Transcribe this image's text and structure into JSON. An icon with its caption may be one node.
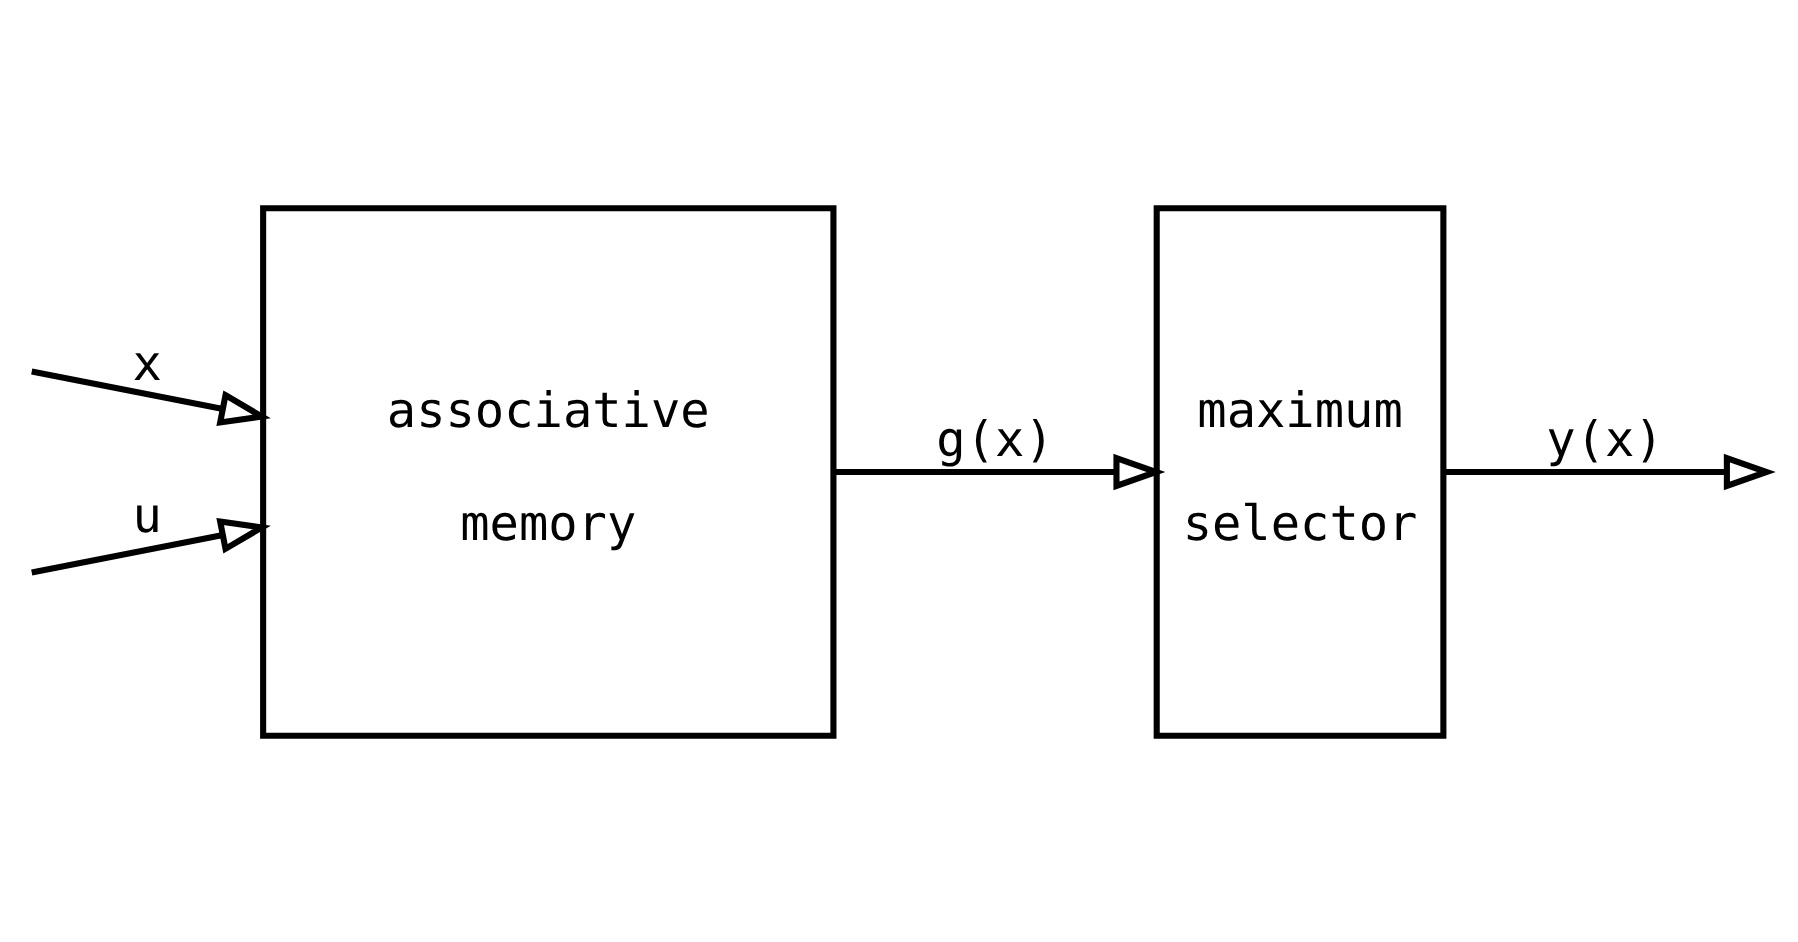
{
  "diagram": {
    "nodes": [
      {
        "text": [
          "associative memory"
        ]
      },
      {
        "text": [
          "maximum selector"
        ]
      }
    ],
    "edges": [
      {
        "from": null,
        "to": 0,
        "arrow": "to",
        "label": "x"
      },
      {
        "from": null,
        "to": 0,
        "arrow": "to",
        "label": "u"
      },
      {
        "from": 0,
        "to": 1,
        "arrow": "to",
        "label": "g(x)"
      },
      {
        "from": 1,
        "to": null,
        "arrow": "to",
        "label": "y(x)"
      }
    ]
  }
}
